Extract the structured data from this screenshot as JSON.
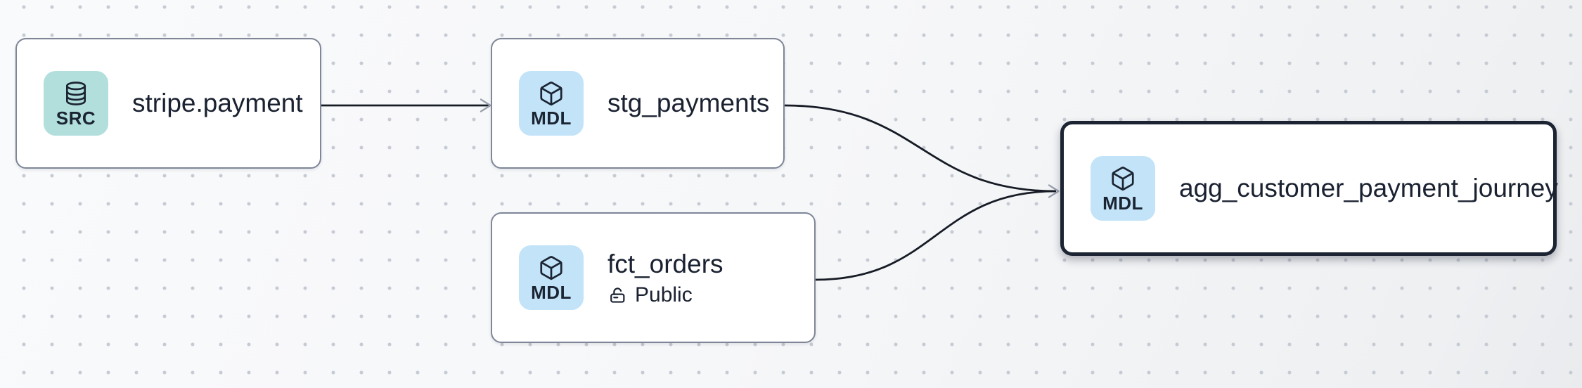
{
  "canvas": {
    "background": "#f5f6f8",
    "dot_color": "#c6cad3"
  },
  "colors": {
    "node_fill": "#ffffff",
    "node_border": "#7e8697",
    "selected_border": "#1c2433",
    "title_text": "#1a2130",
    "edge": "#161b25",
    "arrowhead": "#99a0ad",
    "badge_src_bg": "#b2dfdc",
    "badge_mdl_bg": "#c2e3f8"
  },
  "nodes": [
    {
      "id": "stripe.payment",
      "title": "stripe.payment",
      "badge": {
        "label": "SRC",
        "icon": "database-icon",
        "bg": "#b2dfdc"
      },
      "selected": false
    },
    {
      "id": "stg_payments",
      "title": "stg_payments",
      "badge": {
        "label": "MDL",
        "icon": "cube-icon",
        "bg": "#c2e3f8"
      },
      "selected": false
    },
    {
      "id": "fct_orders",
      "title": "fct_orders",
      "subtitle": "Public",
      "subtitle_icon": "unlock-icon",
      "badge": {
        "label": "MDL",
        "icon": "cube-icon",
        "bg": "#c2e3f8"
      },
      "selected": false
    },
    {
      "id": "agg_customer_payment_journey",
      "title": "agg_customer_payment_journey",
      "badge": {
        "label": "MDL",
        "icon": "cube-icon",
        "bg": "#c2e3f8"
      },
      "selected": true
    }
  ],
  "edges": [
    {
      "from": "stripe.payment",
      "to": "stg_payments"
    },
    {
      "from": "stg_payments",
      "to": "agg_customer_payment_journey"
    },
    {
      "from": "fct_orders",
      "to": "agg_customer_payment_journey"
    }
  ]
}
